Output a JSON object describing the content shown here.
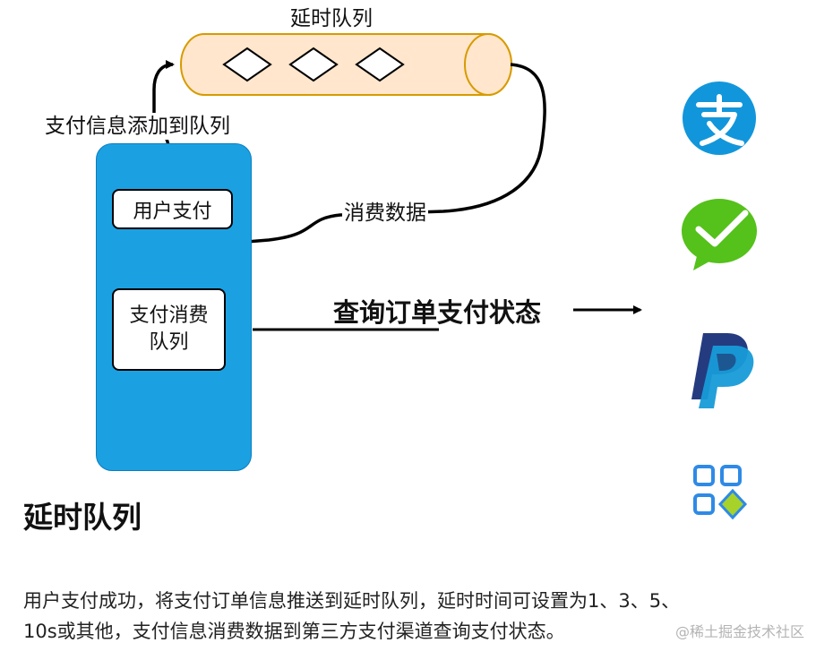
{
  "diagram": {
    "delay_queue_label": "延时队列",
    "add_to_queue_label": "支付信息添加到队列",
    "user_pay_label": "用户支付",
    "consume_queue_label_line1": "支付消费",
    "consume_queue_label_line2": "队列",
    "consume_data_label": "消费数据",
    "query_status_label": "查询订单支付状态",
    "channels": [
      "alipay-icon",
      "wechat-pay-icon",
      "paypal-icon",
      "other-pay-icon"
    ],
    "colors": {
      "queue_fill": "#ffe6cc",
      "queue_stroke": "#d79b00",
      "service_fill": "#1ba1e2",
      "panel_fill": "#d5e8d4",
      "panel_stroke": "#82b366",
      "alipay": "#1296db",
      "wechat": "#55c11b",
      "paypal_dark": "#253b80",
      "paypal_light": "#179bd7",
      "other_blue": "#2e8ae6",
      "other_green": "#a6d22a"
    }
  },
  "section_title": "延时队列",
  "description": {
    "line1": "用户支付成功，将支付订单信息推送到延时队列，延时时间可设置为1、3、5、",
    "line2": "10s或其他，支付信息消费数据到第三方支付渠道查询支付状态。"
  },
  "watermark": "@稀土掘金技术社区"
}
